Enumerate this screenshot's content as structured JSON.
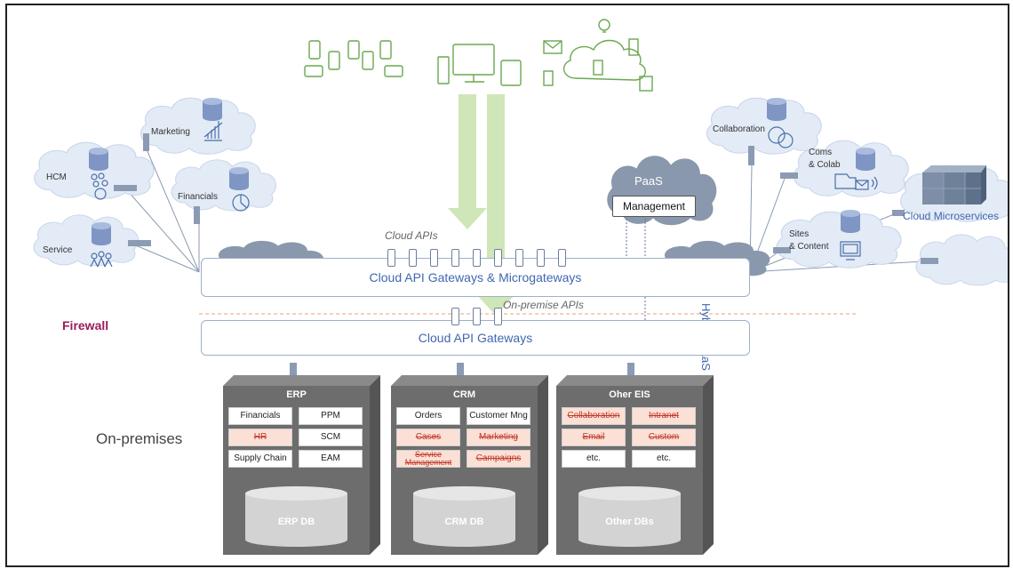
{
  "clouds": {
    "marketing": "Marketing",
    "hcm": "HCM",
    "financials": "Financials",
    "service": "Service",
    "collaboration": "Collaboration",
    "coms_line1": "Coms",
    "coms_line2": "& Colab",
    "sites_line1": "Sites",
    "sites_line2": "& Content",
    "cloud_microservices": "Cloud Microservices",
    "paas": "PaaS",
    "management": "Management"
  },
  "apis": {
    "cloud_apis": "Cloud APIs",
    "onprem_apis": "On-premise APIs",
    "hybrid": "Hybrid iPaaS"
  },
  "bars": {
    "upper": "Cloud API Gateways & Microgateways",
    "lower": "Cloud API Gateways"
  },
  "firewall": "Firewall",
  "onpremises": "On-premises",
  "systems": [
    {
      "title": "ERP",
      "cells": [
        {
          "text": "Financials",
          "red": false
        },
        {
          "text": "PPM",
          "red": false
        },
        {
          "text": "HR",
          "red": true
        },
        {
          "text": "SCM",
          "red": false
        },
        {
          "text": "Supply Chain",
          "red": false
        },
        {
          "text": "EAM",
          "red": false
        }
      ],
      "db": "ERP DB"
    },
    {
      "title": "CRM",
      "cells": [
        {
          "text": "Orders",
          "red": false
        },
        {
          "text": "Customer Mng",
          "red": false
        },
        {
          "text": "Cases",
          "red": true
        },
        {
          "text": "Marketing",
          "red": true
        },
        {
          "text": "Service Management",
          "red": true
        },
        {
          "text": "Campaigns",
          "red": true
        }
      ],
      "db": "CRM DB"
    },
    {
      "title": "Oher EIS",
      "cells": [
        {
          "text": "Collaboration",
          "red": true
        },
        {
          "text": "Intranet",
          "red": true
        },
        {
          "text": "Email",
          "red": true
        },
        {
          "text": "Custom",
          "red": true
        },
        {
          "text": "etc.",
          "red": false
        },
        {
          "text": "etc.",
          "red": false
        }
      ],
      "db": "Other DBs"
    }
  ],
  "colors": {
    "accent_blue": "#3f68b0",
    "firewall": "#9b1c5c",
    "device_green": "#6aa84f",
    "arrow_green": "#cfe6b8",
    "cloud_fill": "#e3ebf6",
    "dark_cloud": "#8a98ad",
    "strike_red": "#c0392b"
  },
  "icons": [
    "mobile-devices-icon",
    "desktop-devices-icon",
    "iot-devices-icon",
    "database-icon",
    "chart-icon",
    "people-icon",
    "pie-chart-icon",
    "chat-icon",
    "folder-icon",
    "monitor-icon",
    "cubes-icon"
  ]
}
